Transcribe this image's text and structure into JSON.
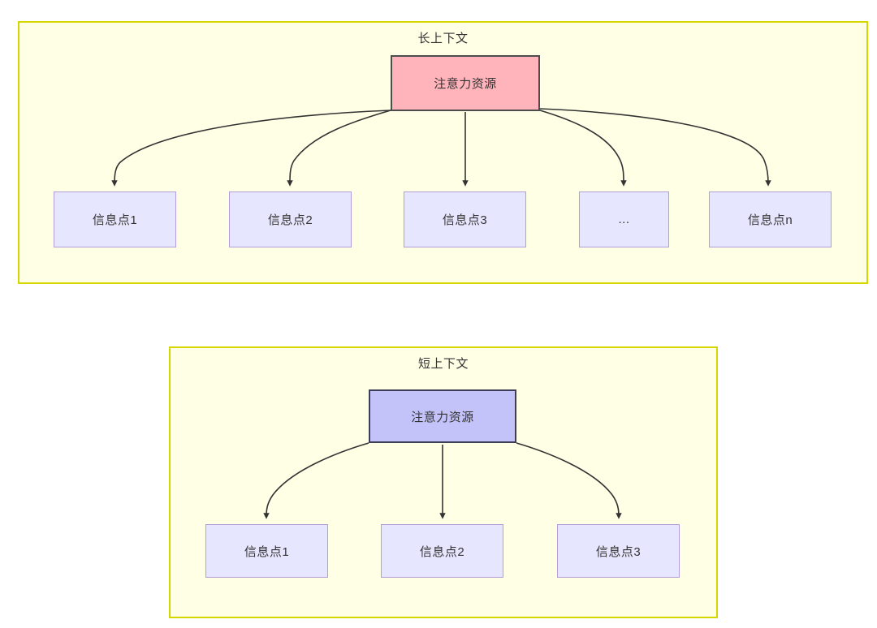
{
  "diagram": {
    "type": "flowchart",
    "background": "#ffffff",
    "colors": {
      "group_fill": "#ffffe6",
      "group_border": "#d6d600",
      "attention_long_fill": "#ffb3ba",
      "attention_long_border": "#4d4d4d",
      "attention_short_fill": "#c3c3fa",
      "attention_short_border": "#3d3d56",
      "info_fill": "#e6e6ff",
      "info_border": "#b39ddb",
      "edge": "#333333",
      "text": "#333333"
    },
    "groups": [
      {
        "id": "long-context",
        "title": "长上下文",
        "root": {
          "id": "attention-long",
          "label": "注意力资源"
        },
        "children": [
          {
            "id": "info-long-1",
            "label": "信息点1"
          },
          {
            "id": "info-long-2",
            "label": "信息点2"
          },
          {
            "id": "info-long-3",
            "label": "信息点3"
          },
          {
            "id": "info-long-ellipsis",
            "label": "..."
          },
          {
            "id": "info-long-n",
            "label": "信息点n"
          }
        ]
      },
      {
        "id": "short-context",
        "title": "短上下文",
        "root": {
          "id": "attention-short",
          "label": "注意力资源"
        },
        "children": [
          {
            "id": "info-short-1",
            "label": "信息点1"
          },
          {
            "id": "info-short-2",
            "label": "信息点2"
          },
          {
            "id": "info-short-3",
            "label": "信息点3"
          }
        ]
      }
    ]
  }
}
